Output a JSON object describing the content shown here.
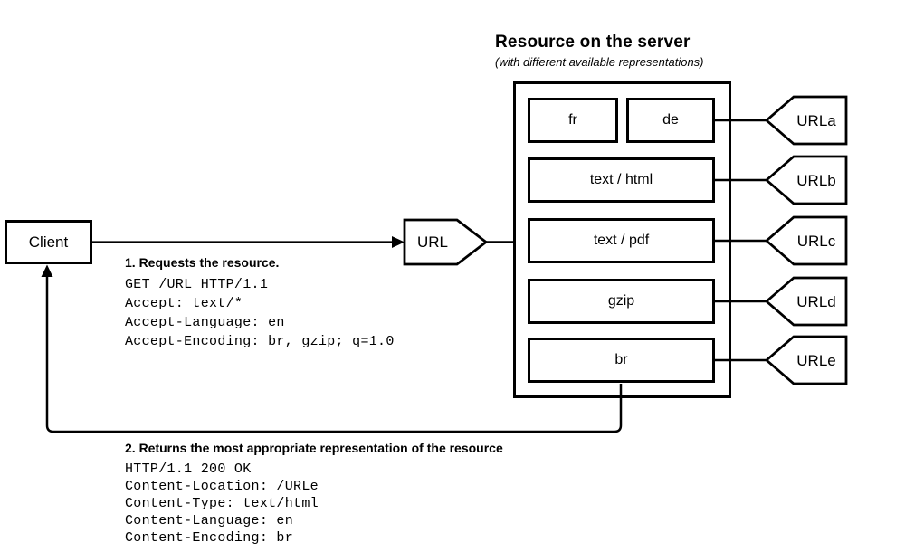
{
  "server": {
    "title": "Resource on the server",
    "subtitle": "(with different available representations)"
  },
  "client": {
    "label": "Client"
  },
  "url_node": {
    "label": "URL"
  },
  "representations": [
    {
      "label": "fr"
    },
    {
      "label": "de"
    },
    {
      "label": "text / html"
    },
    {
      "label": "text / pdf"
    },
    {
      "label": "gzip"
    },
    {
      "label": "br"
    }
  ],
  "url_tags": [
    {
      "label": "URLa"
    },
    {
      "label": "URLb"
    },
    {
      "label": "URLc"
    },
    {
      "label": "URLd"
    },
    {
      "label": "URLe"
    }
  ],
  "request": {
    "heading": "1. Requests the resource.",
    "lines": [
      "GET /URL HTTP/1.1",
      "Accept: text/*",
      "Accept-Language: en",
      "Accept-Encoding: br, gzip; q=1.0"
    ]
  },
  "response": {
    "heading": "2. Returns the most appropriate representation of the resource",
    "lines": [
      "HTTP/1.1 200 OK",
      "Content-Location: /URLe",
      "Content-Type: text/html",
      "Content-Language: en",
      "Content-Encoding: br"
    ]
  },
  "colors": {
    "stroke": "#000000",
    "background": "#ffffff",
    "text": "#000000"
  }
}
